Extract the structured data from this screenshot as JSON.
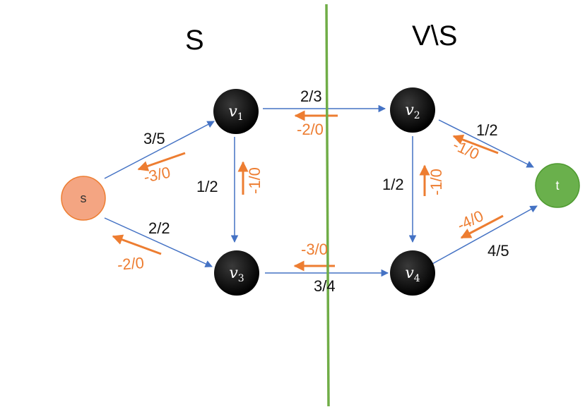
{
  "colors": {
    "edge": "#4472c4",
    "residual": "#ed7d31",
    "cut": "#70ad47",
    "node_inner": "#000000",
    "source_fill": "#f4a582",
    "source_stroke": "#ed7d31",
    "sink_fill": "#6ab04c",
    "sink_stroke": "#4e9a30"
  },
  "sets": {
    "left": "S",
    "right": "V\\S"
  },
  "nodes": {
    "s": "s",
    "t": "t",
    "v1": {
      "base": "v",
      "sub": "1"
    },
    "v2": {
      "base": "v",
      "sub": "2"
    },
    "v3": {
      "base": "v",
      "sub": "3"
    },
    "v4": {
      "base": "v",
      "sub": "4"
    }
  },
  "edges": {
    "s_v1": {
      "flow": "3/5",
      "residual": "-3/0"
    },
    "s_v3": {
      "flow": "2/2",
      "residual": "-2/0"
    },
    "v1_v2": {
      "flow": "2/3",
      "residual": "-2/0"
    },
    "v1_v3": {
      "flow": "1/2",
      "residual": "-1/0"
    },
    "v3_v4": {
      "flow": "3/4",
      "residual": "-3/0"
    },
    "v2_v4": {
      "flow": "1/2",
      "residual": "-1/0"
    },
    "v2_t": {
      "flow": "1/2",
      "residual": "-1/0"
    },
    "v4_t": {
      "flow": "4/5",
      "residual": "-4/0"
    }
  }
}
